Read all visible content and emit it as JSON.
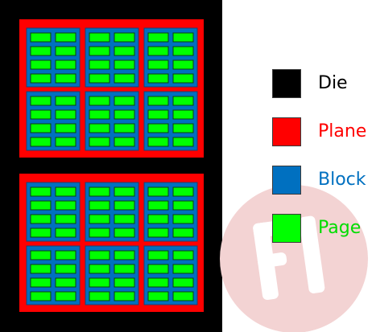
{
  "colors": {
    "die": "#000000",
    "plane": "#ff0000",
    "block": "#0070c0",
    "page": "#00ff00",
    "watermark": "#f3d3d3"
  },
  "structure": {
    "planes_per_die": 2,
    "block_rows_per_plane": 2,
    "block_cols_per_plane": 3,
    "page_rows_per_block": 4,
    "page_cols_per_block": 2
  },
  "legend": [
    {
      "label": "Die",
      "color": "#000000",
      "label_color": "#000000"
    },
    {
      "label": "Plane",
      "color": "#ff0000",
      "label_color": "#ff0000"
    },
    {
      "label": "Block",
      "color": "#0070c0",
      "label_color": "#0070c0"
    },
    {
      "label": "Page",
      "color": "#00ff00",
      "label_color": "#00dd00"
    }
  ],
  "watermark_icon": "fi-logo-icon"
}
